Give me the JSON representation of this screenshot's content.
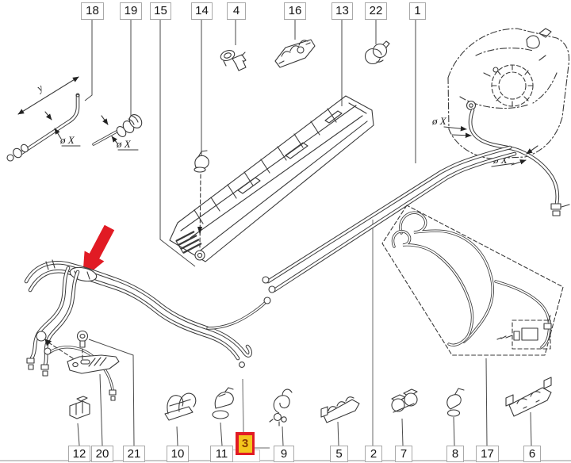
{
  "diagram": {
    "kind": "automotive-fuel-line-parts-diagram",
    "background": "#ffffff",
    "colors": {
      "line": "#3a3a3a",
      "accent_red": "#e11b24",
      "highlight_box_border": "#e11b24",
      "highlight_box_fill": "#f3c51d",
      "highlight_number": "#8a3a00",
      "callout_border": "#a9a9a9"
    }
  },
  "callouts": {
    "top": [
      {
        "label": "18"
      },
      {
        "label": "19"
      },
      {
        "label": "15"
      },
      {
        "label": "14"
      },
      {
        "label": "4"
      },
      {
        "label": "16"
      },
      {
        "label": "13"
      },
      {
        "label": "22"
      },
      {
        "label": "1"
      }
    ],
    "bottom": [
      {
        "label": "12"
      },
      {
        "label": "20"
      },
      {
        "label": "21"
      },
      {
        "label": "10"
      },
      {
        "label": "11"
      },
      {
        "label": "9"
      },
      {
        "label": "5"
      },
      {
        "label": "2"
      },
      {
        "label": "7"
      },
      {
        "label": "8"
      },
      {
        "label": "17"
      },
      {
        "label": "6"
      }
    ],
    "highlighted": {
      "label": "3"
    }
  },
  "annotations": {
    "dim_y": "y",
    "dia_label": "ø X"
  }
}
